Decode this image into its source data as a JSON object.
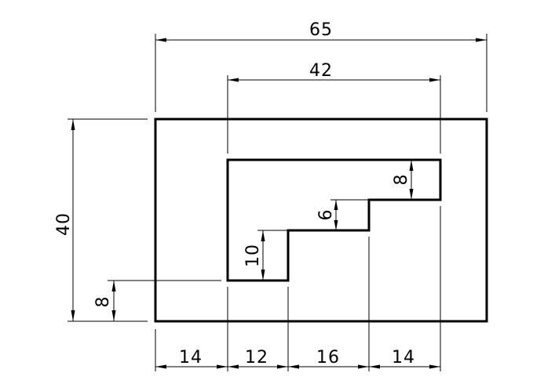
{
  "dimensions": {
    "overall_width": "65",
    "inner_width": "42",
    "overall_height": "40",
    "bottom_offset": "8",
    "step_height_1": "10",
    "step_height_2": "6",
    "step_height_3": "8",
    "segment_1": "14",
    "segment_2": "12",
    "segment_3": "16",
    "segment_4": "14"
  },
  "colors": {
    "line": "#000000",
    "background": "#ffffff"
  }
}
